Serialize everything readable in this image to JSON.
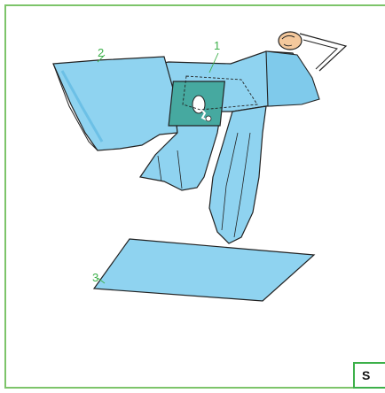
{
  "figure": {
    "callouts": [
      {
        "id": "1",
        "label": "1"
      },
      {
        "id": "2",
        "label": "2"
      },
      {
        "id": "3",
        "label": "3"
      }
    ],
    "size_badge": "S"
  },
  "colors": {
    "frame": "#7dc46a",
    "callout_text": "#3db04a",
    "drape_fill": "#8fd3f0",
    "drape_shadow": "#6cc0e6",
    "incise_window": "#46a9a0",
    "outline": "#222222"
  }
}
